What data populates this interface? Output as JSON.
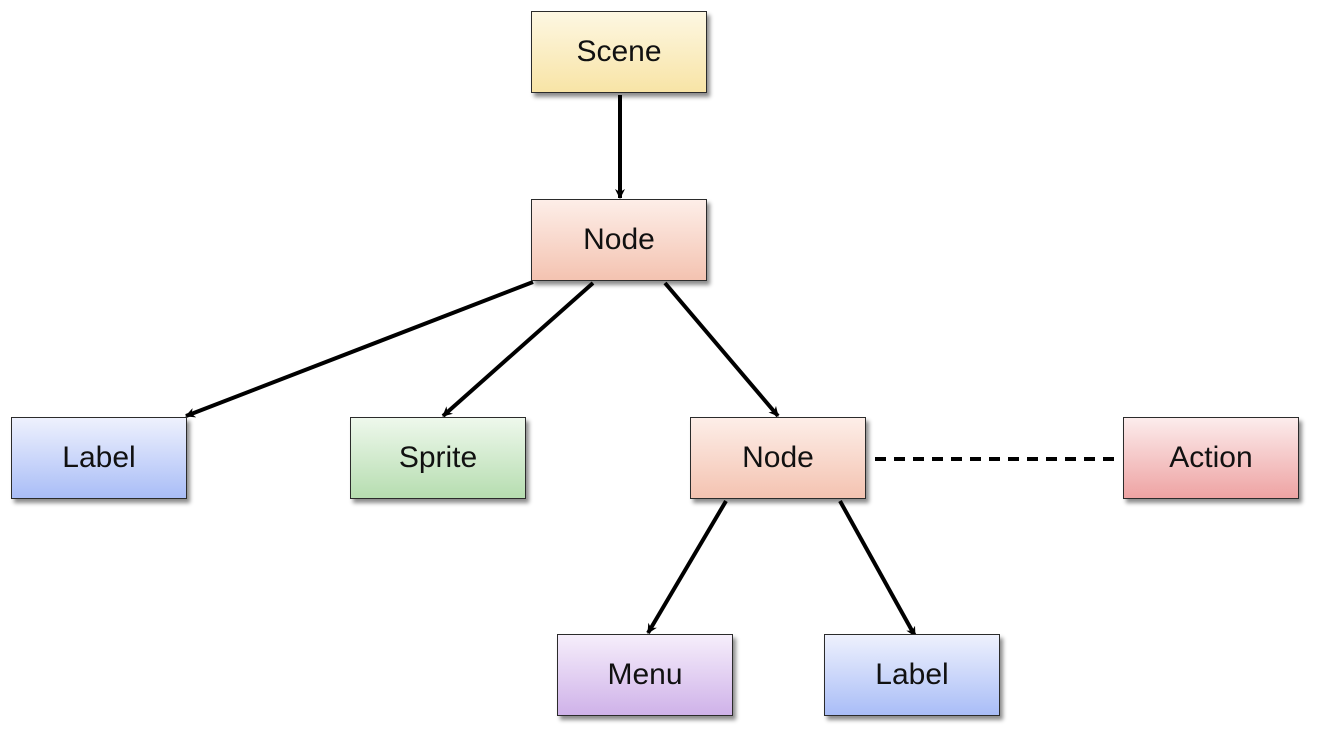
{
  "diagram": {
    "nodes": [
      {
        "id": "scene",
        "label": "Scene",
        "color_top": "#fdf7e2",
        "color_bottom": "#f8e4a6"
      },
      {
        "id": "node-root",
        "label": "Node",
        "color_top": "#fdeee8",
        "color_bottom": "#f4c3b1"
      },
      {
        "id": "label-left",
        "label": "Label",
        "color_top": "#eef1fd",
        "color_bottom": "#a9bdf7"
      },
      {
        "id": "sprite",
        "label": "Sprite",
        "color_top": "#eef8ec",
        "color_bottom": "#b6ddb0"
      },
      {
        "id": "node-child",
        "label": "Node",
        "color_top": "#fdeee8",
        "color_bottom": "#f4c3b1"
      },
      {
        "id": "action",
        "label": "Action",
        "color_top": "#fcecec",
        "color_bottom": "#eea3a3"
      },
      {
        "id": "menu",
        "label": "Menu",
        "color_top": "#f6eefb",
        "color_bottom": "#cfb2e9"
      },
      {
        "id": "label-bottom",
        "label": "Label",
        "color_top": "#eef1fd",
        "color_bottom": "#a9bdf7"
      }
    ],
    "edges": [
      {
        "from": "scene",
        "to": "node-root",
        "style": "solid-arrow"
      },
      {
        "from": "node-root",
        "to": "label-left",
        "style": "solid-arrow"
      },
      {
        "from": "node-root",
        "to": "sprite",
        "style": "solid-arrow"
      },
      {
        "from": "node-root",
        "to": "node-child",
        "style": "solid-arrow"
      },
      {
        "from": "node-child",
        "to": "menu",
        "style": "solid-arrow"
      },
      {
        "from": "node-child",
        "to": "label-bottom",
        "style": "solid-arrow"
      },
      {
        "from": "node-child",
        "to": "action",
        "style": "dashed"
      }
    ]
  }
}
